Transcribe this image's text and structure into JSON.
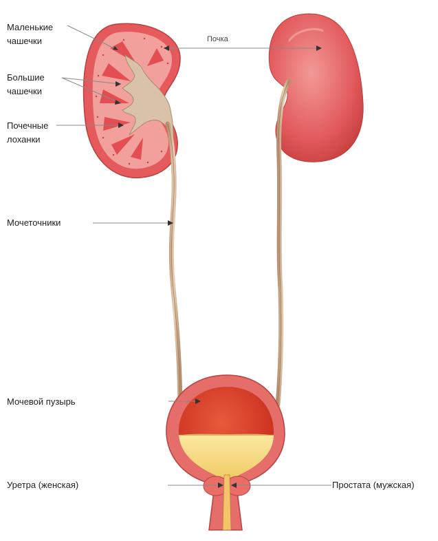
{
  "labels": {
    "small_calyces": [
      "Маленькие",
      "чашечки"
    ],
    "major_calyces": [
      "Большие",
      "чашечки"
    ],
    "renal_pelvis": [
      "Почечные",
      "лоханки"
    ],
    "kidney": "Почка",
    "ureters": "Мочеточники",
    "bladder": "Мочевой  пузырь",
    "urethra": "Уретра  (женская)",
    "prostate": "Простата  (мужская)"
  },
  "colors": {
    "kidney_outer": "#e8565a",
    "kidney_inner": "#f39a98",
    "medulla": "#e2484f",
    "ureter": "#c9a98a",
    "bladder_wall": "#e85c5a",
    "bladder_fill": "#d93a2c",
    "urine": "#f5d97a",
    "leader_line": "#8a8a8a"
  }
}
